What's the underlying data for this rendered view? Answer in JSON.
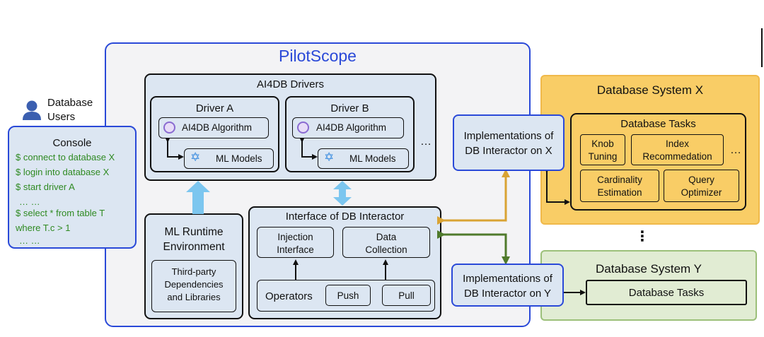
{
  "colors": {
    "pilot_border": "#2a49d8",
    "pilot_fill": "#f3f3f5",
    "inner_fill": "#dce6f2",
    "console_text": "#2f8a22",
    "db_x_fill": "#f9cd66",
    "db_x_border": "#f0b94a",
    "db_y_fill": "#e1ecd3",
    "db_y_border": "#9cc07a",
    "arrow_orange": "#d9a334",
    "arrow_green": "#4f7a2c",
    "arrow_light_blue": "#7cc6ef"
  },
  "users": {
    "icon": "user-icon",
    "label_line1": "Database",
    "label_line2": "Users"
  },
  "console": {
    "title": "Console",
    "lines": [
      "$ connect to database X",
      "$ login into database X",
      "$ start driver A",
      "… …",
      "$ select * from table T",
      "where T.c > 1",
      "… …"
    ]
  },
  "pilotscope": {
    "title": "PilotScope",
    "drivers": {
      "title": "AI4DB Drivers",
      "driver_a": {
        "title": "Driver A",
        "algorithm": "AI4DB Algorithm",
        "models": "ML Models"
      },
      "driver_b": {
        "title": "Driver B",
        "algorithm": "AI4DB Algorithm",
        "models": "ML Models"
      },
      "ellipsis": "…"
    },
    "ml_runtime": {
      "title_line1": "ML Runtime",
      "title_line2": "Environment",
      "deps_line1": "Third-party",
      "deps_line2": "Dependencies",
      "deps_line3": "and Libraries"
    },
    "interface": {
      "title": "Interface of DB Interactor",
      "injection_line1": "Injection",
      "injection_line2": "Interface",
      "data_line1": "Data",
      "data_line2": "Collection",
      "operators": "Operators",
      "push": "Push",
      "pull": "Pull"
    }
  },
  "impl_x": {
    "line1": "Implementations of",
    "line2": "DB Interactor on X"
  },
  "impl_y": {
    "line1": "Implementations of",
    "line2": "DB Interactor on Y"
  },
  "db_x": {
    "title": "Database System X",
    "tasks_title": "Database Tasks",
    "knob_line1": "Knob",
    "knob_line2": "Tuning",
    "index_line1": "Index",
    "index_line2": "Recommedation",
    "card_line1": "Cardinality",
    "card_line2": "Estimation",
    "query_line1": "Query",
    "query_line2": "Optimizer",
    "ellipsis": "…"
  },
  "vertical_ellipsis": "⋮",
  "db_y": {
    "title": "Database System Y",
    "tasks": "Database Tasks"
  }
}
